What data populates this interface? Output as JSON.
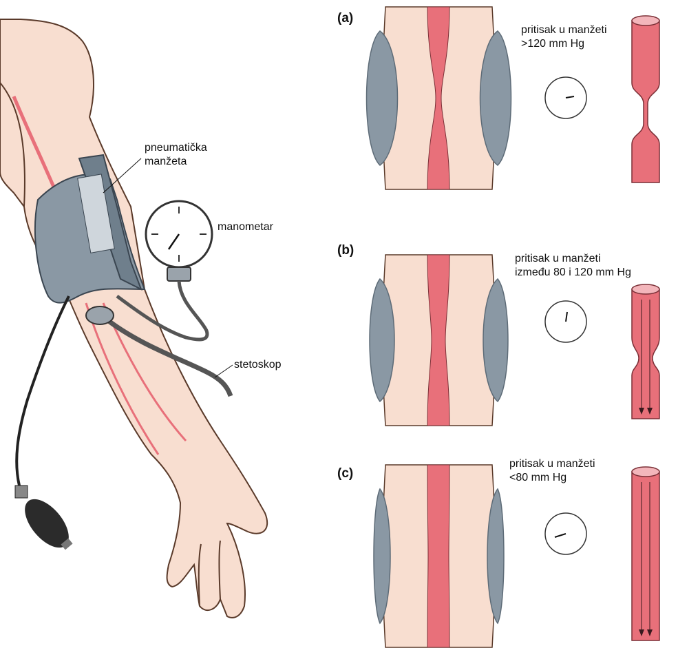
{
  "labels": {
    "cuff": [
      "pneumatička",
      "manžeta"
    ],
    "manometer": "manometar",
    "stethoscope": "stetoskop"
  },
  "panels": [
    {
      "letter": "(a)",
      "pressure_lines": [
        "pritisak u manžeti",
        ">120 mm Hg"
      ]
    },
    {
      "letter": "(b)",
      "pressure_lines": [
        "pritisak u manžeti",
        "između 80 i 120 mm Hg"
      ]
    },
    {
      "letter": "(c)",
      "pressure_lines": [
        "pritisak u manžeti",
        "<80 mm Hg"
      ]
    }
  ],
  "colors": {
    "skin": "#f8ded0",
    "skin_outline": "#5a3a2a",
    "artery": "#e8707a",
    "cuff": "#8a98a4",
    "cuff_dark": "#5d6b77",
    "bulb": "#2b2b2b",
    "tube": "#555555"
  }
}
